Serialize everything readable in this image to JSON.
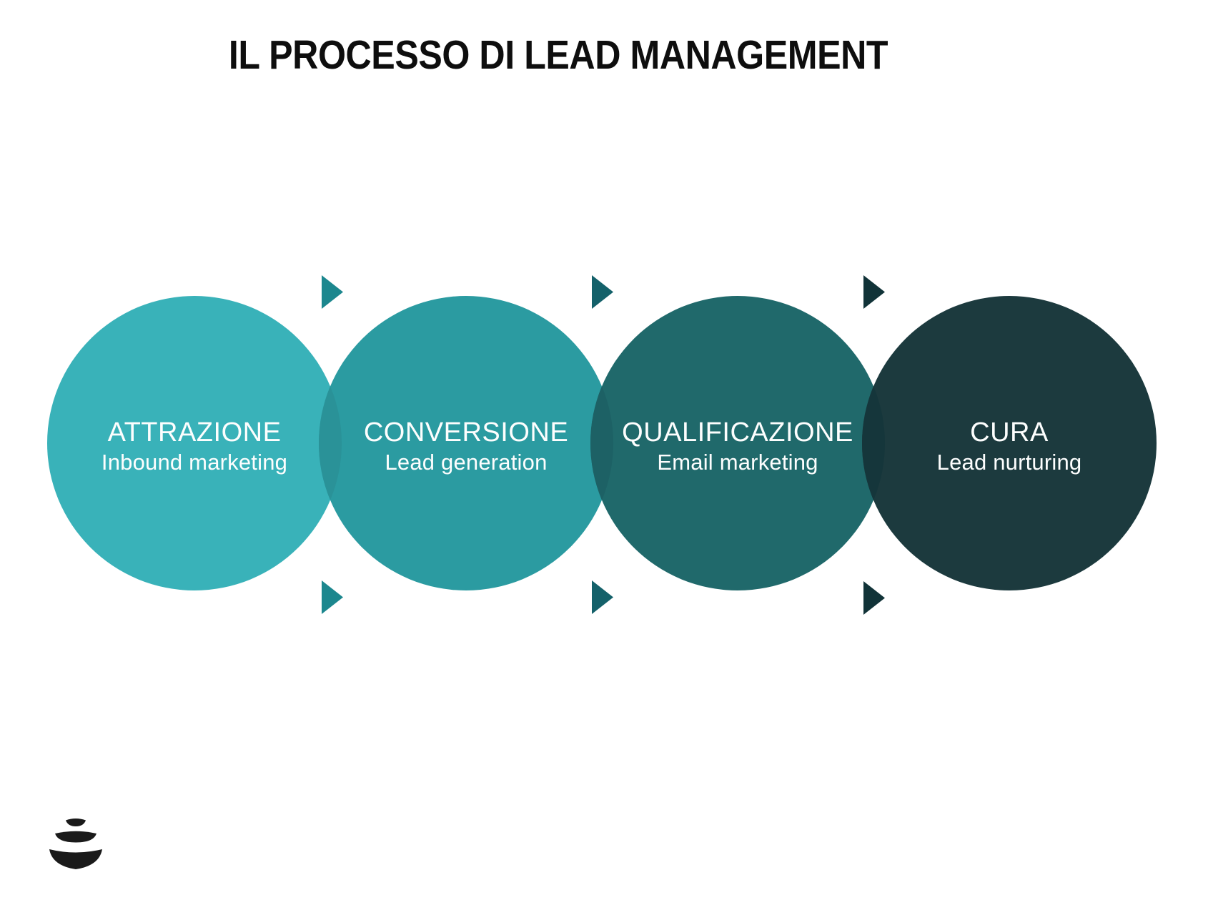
{
  "title": {
    "text": "IL PROCESSO DI LEAD MANAGEMENT",
    "color": "#0e0e0e"
  },
  "stages": [
    {
      "label": "ATTRAZIONE",
      "sublabel": "Inbound marketing",
      "color": "#39b2b9"
    },
    {
      "label": "CONVERSIONE",
      "sublabel": "Lead generation",
      "color": "#2b9ba1"
    },
    {
      "label": "QUALIFICAZIONE",
      "sublabel": "Email marketing",
      "color": "#20696b"
    },
    {
      "label": "CURA",
      "sublabel": "Lead nurturing",
      "color": "#1c3a3e"
    }
  ],
  "overlaps": [
    {
      "color": "#2a9298"
    },
    {
      "color": "#1d6165"
    },
    {
      "color": "#15363b"
    }
  ],
  "arrows": [
    {
      "color": "#1c878e"
    },
    {
      "color": "#14616a"
    },
    {
      "color": "#113338"
    }
  ],
  "label_text_color": "#ffffff",
  "background_color": "#ffffff",
  "logo": {
    "name": "stacked-pebbles-logo",
    "color": "#1a1a1a"
  }
}
